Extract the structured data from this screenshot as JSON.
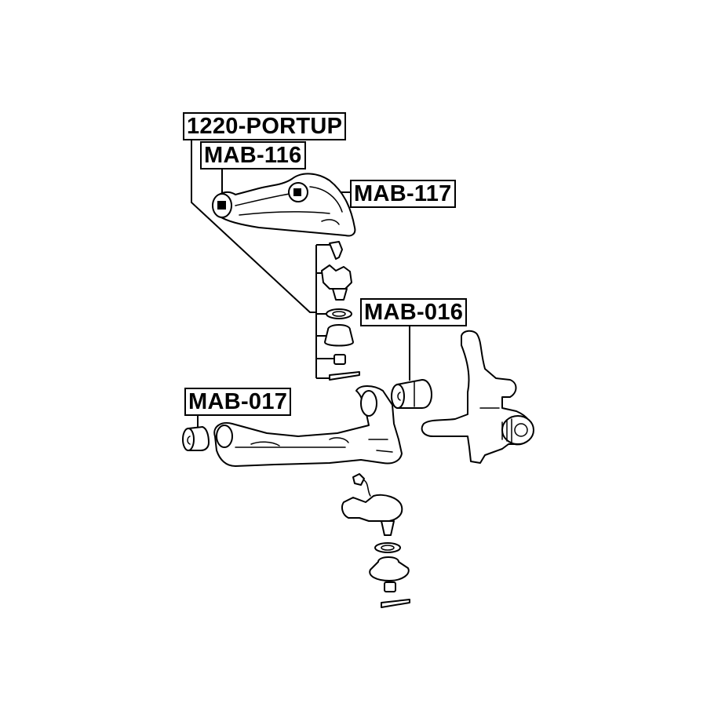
{
  "diagram": {
    "title": "Front suspension exploded parts diagram",
    "labels": {
      "kit": "1220-PORTUP",
      "upper_arm_front_bushing": "MAB-116",
      "upper_arm_rear_bushing": "MAB-117",
      "lower_arm_rear_bushing": "MAB-016",
      "lower_arm_front_bushing": "MAB-017"
    },
    "components": [
      "upper-control-arm",
      "upper-ball-joint-assembly",
      "lower-control-arm",
      "steering-knuckle",
      "lower-ball-joint-assembly",
      "bushing-mab-016",
      "bushing-mab-017"
    ]
  }
}
